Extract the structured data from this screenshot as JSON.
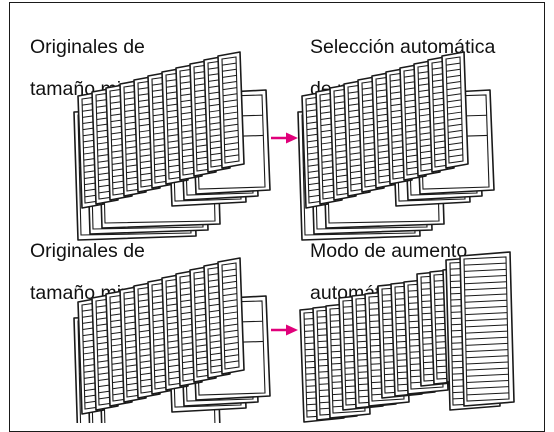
{
  "panels": [
    {
      "original_label": [
        "Originales de",
        "tamaño mixto"
      ],
      "result_label": [
        "Selección automática",
        "de papel"
      ],
      "result_mode": "mixed"
    },
    {
      "original_label": [
        "Originales de",
        "tamaño mixto"
      ],
      "result_label": [
        "Modo de aumento",
        "automático"
      ],
      "result_mode": "uniform"
    }
  ],
  "colors": {
    "arrow": "#e0007a",
    "ink": "#1a1a1a"
  },
  "icons": [
    "arrow-right-icon"
  ]
}
